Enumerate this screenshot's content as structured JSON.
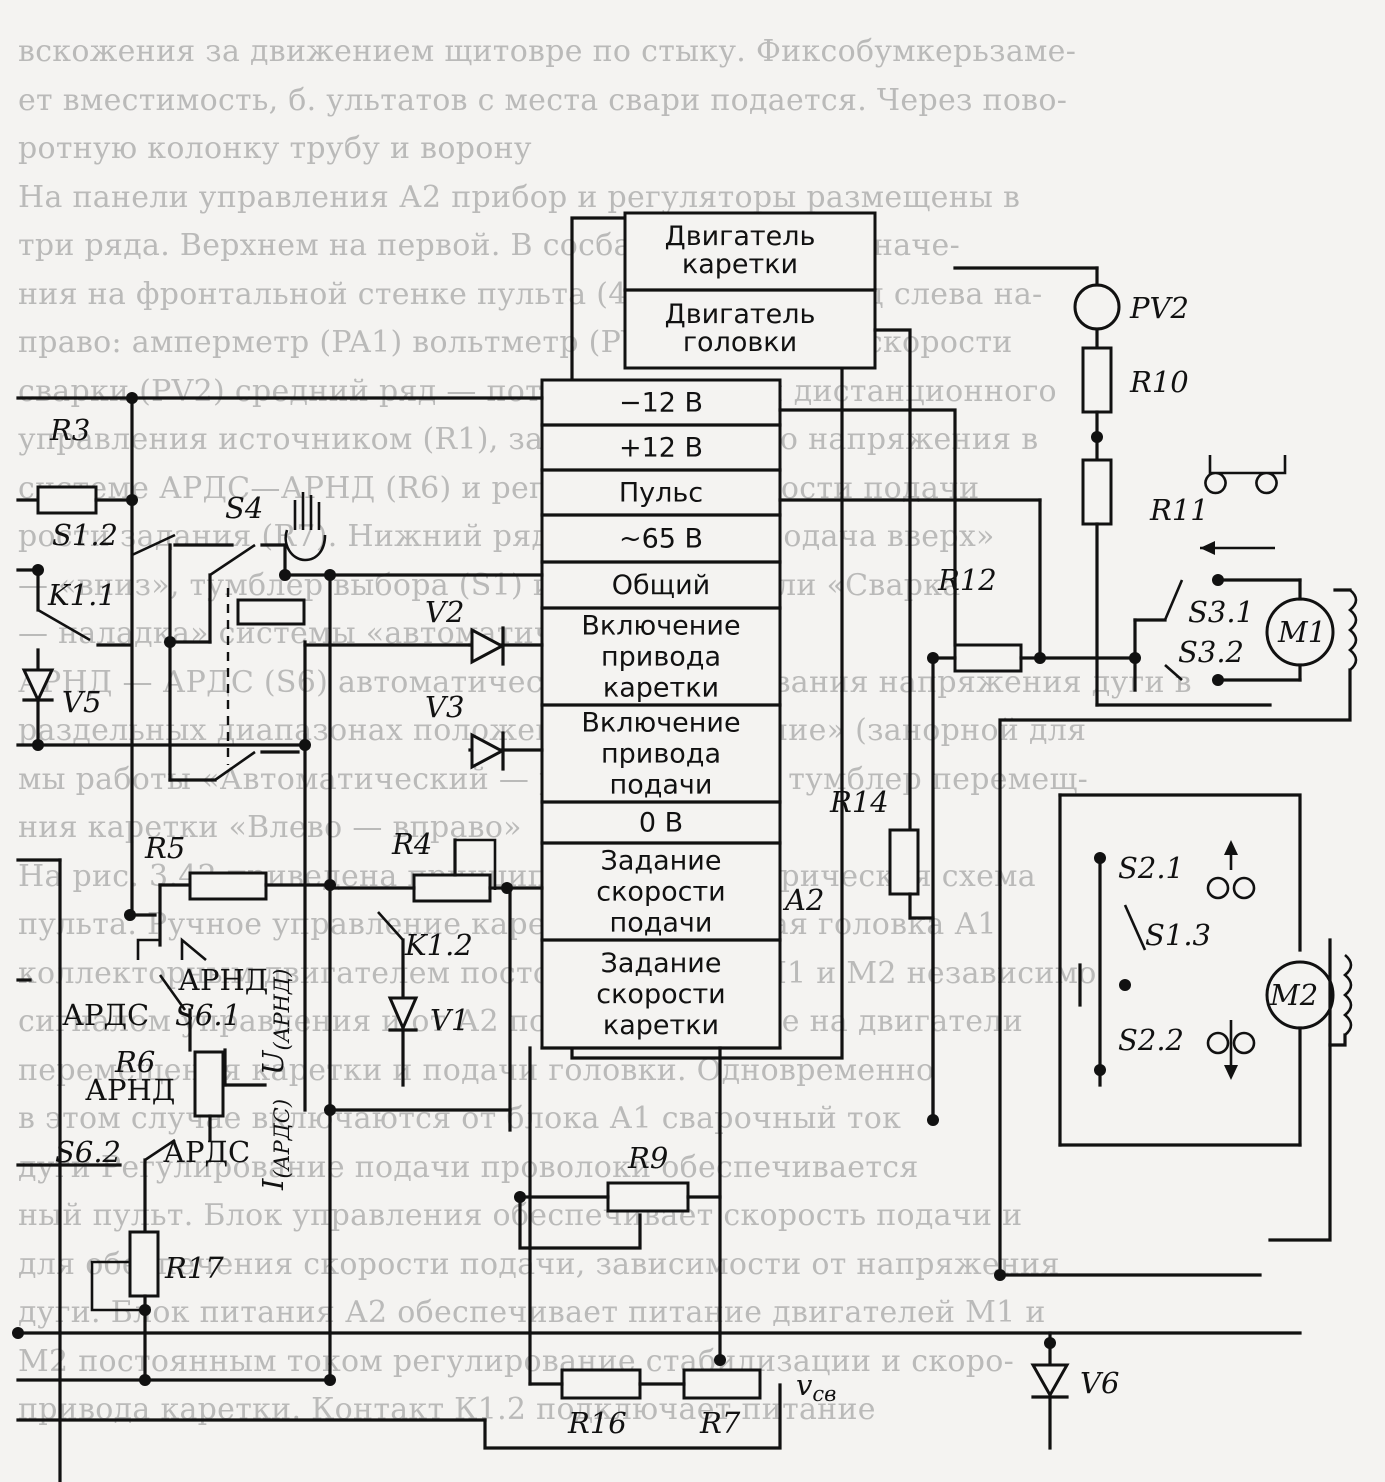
{
  "background_text": [
    "вскожения за движением щитовре по стыку. Фиксобумкерьзаме-",
    "ет вместимость, б. ультатов с места свари подается. Через пово-",
    "ротную колонку трубу и ворону",
    "На панели управления А2 прибор и регуляторы размещены в",
    "три ряда. Верхнем на первой. В сосбах у тажем обозначе-",
    "ния на фронтальной стенке пульта (40). Верхний ряд слева на-",
    "право: амперметр (PA1) вольтметр (PV1) индикатор скорости",
    "сварки (PV2) средний ряд — потенциометр для дистанционного",
    "управления источником (R1), задание опорного напряжения в",
    "системе АРДС—АРНД (R6) и регулировки скорости подачи",
    "рости задания (R7). Нижний ряд: тумблеры «Подача вверх»",
    "— «вниз», тумблер выбора (S1) и переключатели «Сварка",
    "— наладка» системы «автоматическое» (S3.1)",
    "АРНД — АРДС (S6) автоматического регулирования напряжения дуги в",
    "раздельных диапазонах положения «Охлаждение» (занорной для",
    "мы работы «Автоматический — ручной» (S4) и тумблер перемещ-",
    "ния каретки «Влево — вправо»",
    "На рис. 3.42 приведена принципиальная электрическая схема",
    "пульта. Ручное управление каретка и сварочная головка А1",
    "коллекторным двигателем постоянного тока М1 и М2 независимо",
    "сигналом управления и от А2 подается питание на двигатели",
    "перемещения каретки и подачи головки. Одновременно",
    "в этом случае включаются от блока А1 сварочный ток",
    "дуги Регулирование подачи проволоки обеспечивается",
    "ный пульт. Блок управления обеспечивает скорость подачи и",
    "для обеспечения скорости подачи, зависимости от напряжения",
    "дуги. Блок питания А2 обеспечивает питание двигателей М1 и",
    "М2 постоянным током регулирование стабилизации и скоро-",
    "привода каретки. Контакт К1.2 подключает питание"
  ],
  "panel": {
    "label": "A2",
    "rows": [
      "−12 В",
      "+12 В",
      "Пульс",
      "~65 В",
      "Общий",
      "Включение привода каретки",
      "Включение привода подачи",
      "0 В",
      "Задание скорости подачи",
      "Задание скорости каретки"
    ]
  },
  "motor_box": {
    "rows": [
      "Двигатель каретки",
      "Двигатель головки"
    ]
  },
  "components": {
    "R3": "R3",
    "S1_2": "S1.2",
    "K1_1": "K1.1",
    "V5": "V5",
    "S4": "S4",
    "V2": "V2",
    "V3": "V3",
    "R5": "R5",
    "R4": "R4",
    "K1_2": "K1.2",
    "V1": "V1",
    "S6_1": "S6.1",
    "R6": "R6",
    "S6_2": "S6.2",
    "R17": "R17",
    "R9": "R9",
    "R16": "R16",
    "R7": "R7",
    "v_sv": "v",
    "v_sv_sub": "св",
    "PV2": "PV2",
    "R10": "R10",
    "R11": "R11",
    "R12": "R12",
    "S3_1": "S3.1",
    "S3_2": "S3.2",
    "M1": "M1",
    "R14": "R14",
    "S2_1": "S2.1",
    "S1_3": "S1.3",
    "M2": "M2",
    "S2_2": "S2.2",
    "V6": "V6",
    "ards_1": "АРДС",
    "arnd_1": "АРНД",
    "arnd_2": "АРНД",
    "ards_2": "АРДС",
    "u_arnd": "U",
    "u_arnd_sub": "(АРНД)",
    "i_ards": "I",
    "i_ards_sub": "(АРДС)"
  }
}
